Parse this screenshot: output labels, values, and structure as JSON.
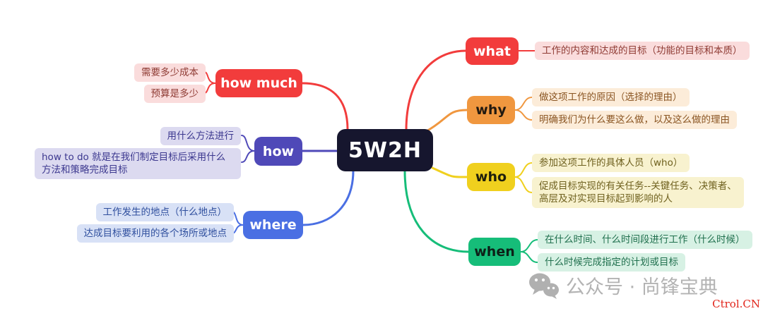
{
  "center": {
    "label": "5W2H",
    "bg": "#16162e",
    "text_color": "#ffffff"
  },
  "branches": [
    {
      "id": "what",
      "label": "what",
      "side": "right",
      "color": "#f23c3c",
      "child_bg": "#fadcdc",
      "child_text_color": "#8f3b34",
      "children": [
        "工作的内容和达成的目标（功能的目标和本质）"
      ]
    },
    {
      "id": "why",
      "label": "why",
      "side": "right",
      "color": "#f0973f",
      "child_bg": "#fcecd9",
      "child_text_color": "#8a5522",
      "children": [
        "做这项工作的原因（选择的理由）",
        "明确我们为什么要这么做，以及这么做的理由"
      ]
    },
    {
      "id": "who",
      "label": "who",
      "side": "right",
      "color": "#f0d01e",
      "child_bg": "#f8f2cf",
      "child_text_color": "#6f611f",
      "children": [
        "参加这项工作的具体人员（who）",
        "促成目标实现的有关任务--关键任务、决策者、高层及对实现目标起到影响的人"
      ]
    },
    {
      "id": "when",
      "label": "when",
      "side": "right",
      "color": "#16bd79",
      "child_bg": "#d7f1e4",
      "child_text_color": "#20704e",
      "children": [
        "在什么时间、什么时间段进行工作（什么时候）",
        "什么时候完成指定的计划或目标"
      ]
    },
    {
      "id": "how-much",
      "label": "how much",
      "side": "left",
      "color": "#f23c3c",
      "child_bg": "#fadcdc",
      "child_text_color": "#8f3b34",
      "children": [
        "需要多少成本",
        "预算是多少"
      ]
    },
    {
      "id": "how",
      "label": "how",
      "side": "left",
      "color": "#4f49b8",
      "child_bg": "#dcdaf0",
      "child_text_color": "#3c388f",
      "children": [
        "用什么方法进行",
        "how to do 就是在我们制定目标后采用什么方法和策略完成目标"
      ]
    },
    {
      "id": "where",
      "label": "where",
      "side": "left",
      "color": "#4a6fe3",
      "child_bg": "#d8e1f6",
      "child_text_color": "#2f4f9e",
      "children": [
        "工作发生的地点（什么地点）",
        "达成目标要利用的各个场所或地点"
      ]
    }
  ],
  "watermark": {
    "icon": "wechat-icon",
    "text": "公众号 · 尚锋宝典"
  },
  "credit": {
    "text": "Ctrol.CN",
    "color": "#e1251b"
  }
}
